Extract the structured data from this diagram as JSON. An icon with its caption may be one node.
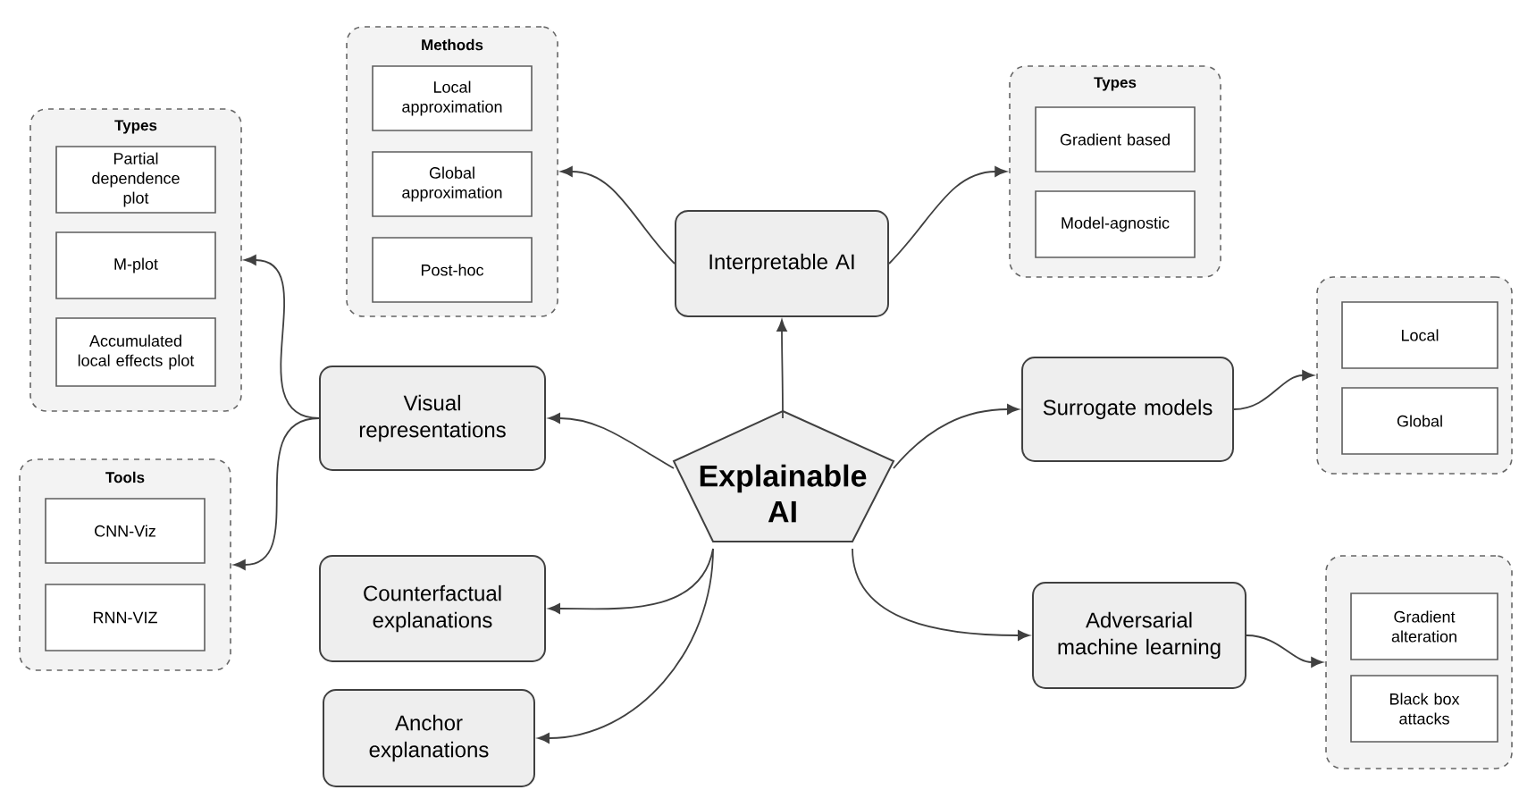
{
  "diagram": {
    "nodes": [
      {
        "text": [
          "Explainable AI"
        ]
      },
      {
        "text": [
          "Interpretable AI"
        ]
      },
      {
        "text": [
          "Methods"
        ]
      },
      {
        "text": [
          "Local approximation"
        ],
        "in": 2
      },
      {
        "text": [
          "Global approximation"
        ],
        "in": 2
      },
      {
        "text": [
          "Post-hoc"
        ],
        "in": 2
      },
      {
        "text": [
          "Types"
        ]
      },
      {
        "text": [
          "Gradient based"
        ],
        "in": 6
      },
      {
        "text": [
          "Model-agnostic"
        ],
        "in": 6
      },
      {
        "text": [
          "Visual representations"
        ]
      },
      {
        "text": [
          "Types"
        ]
      },
      {
        "text": [
          "Partial dependence plot"
        ],
        "in": 10
      },
      {
        "text": [
          "M-plot"
        ],
        "in": 10
      },
      {
        "text": [
          "Accumulated local effects plot"
        ],
        "in": 10
      },
      {
        "text": [
          "Tools"
        ]
      },
      {
        "text": [
          "CNN-Viz"
        ],
        "in": 14
      },
      {
        "text": [
          "RNN-VIZ"
        ],
        "in": 14
      },
      {
        "text": [
          "Counterfactual explanations"
        ]
      },
      {
        "text": [
          "Anchor explanations"
        ]
      },
      {
        "text": [
          "Surrogate models"
        ]
      },
      {
        "text": [],
        "shape": "box"
      },
      {
        "text": [
          "Local"
        ],
        "in": 20
      },
      {
        "text": [
          "Global"
        ],
        "in": 20
      },
      {
        "text": [
          "Adversarial machine learning"
        ]
      },
      {
        "text": [],
        "shape": "box"
      },
      {
        "text": [
          "Gradient alteration"
        ],
        "in": 24
      },
      {
        "text": [
          "Black box attacks"
        ],
        "in": 24
      }
    ],
    "edges": [
      {
        "from": 0,
        "to": 1,
        "arrow": "to"
      },
      {
        "from": 1,
        "to": 2,
        "arrow": "to"
      },
      {
        "from": 1,
        "to": 6,
        "arrow": "to"
      },
      {
        "from": 0,
        "to": 9,
        "arrow": "to"
      },
      {
        "from": 9,
        "to": 10,
        "arrow": "to"
      },
      {
        "from": 9,
        "to": 14,
        "arrow": "to"
      },
      {
        "from": 0,
        "to": 17,
        "arrow": "to"
      },
      {
        "from": 0,
        "to": 18,
        "arrow": "to"
      },
      {
        "from": 0,
        "to": 19,
        "arrow": "to"
      },
      {
        "from": 19,
        "to": 20,
        "arrow": "to"
      },
      {
        "from": 0,
        "to": 23,
        "arrow": "to"
      },
      {
        "from": 23,
        "to": 24,
        "arrow": "to"
      }
    ]
  }
}
